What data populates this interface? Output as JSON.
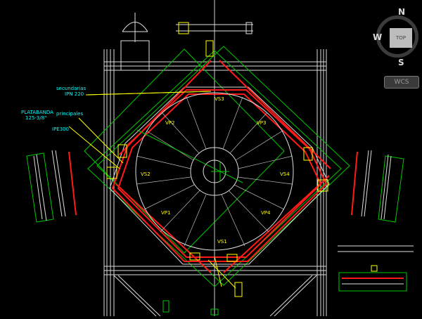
{
  "drawing": {
    "annotations": {
      "secundarias": "secundarias",
      "ipn": "IPN 220",
      "platabanda": "PLATABANDA",
      "platabanda_size": "125-3/8\"",
      "principales": "principales",
      "ipe": "IPE300"
    },
    "beam_labels": {
      "vs1": "VS1",
      "vs2": "VS2",
      "vs3": "VS3",
      "vs4": "VS4",
      "vp1": "VP1",
      "vp2": "VP2",
      "vp3": "VP3",
      "vp4": "VP4"
    }
  },
  "viewcube": {
    "north": "N",
    "south": "S",
    "west": "W",
    "face": "TOP"
  },
  "wcs_menu": {
    "label": "WCS"
  },
  "colors": {
    "background": "#000000",
    "beam_red": "#ff1a1a",
    "green": "#00c800",
    "yellow": "#ffff00",
    "cyan": "#00ffff",
    "white": "#e6e6e6"
  }
}
